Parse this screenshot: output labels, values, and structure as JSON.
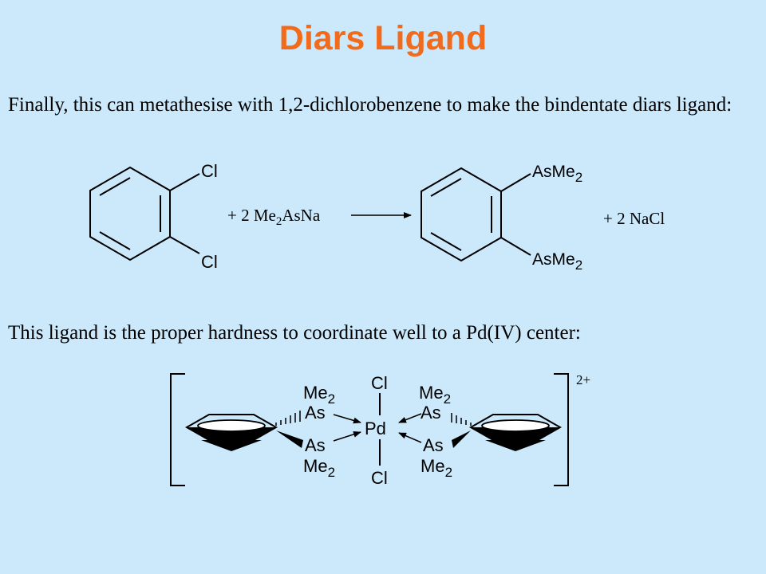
{
  "slide": {
    "title": "Diars Ligand",
    "paragraph_1": "Finally, this can metathesise with 1,2-dichlorobenzene to make the bindentate diars ligand:",
    "paragraph_2": "This ligand is the proper hardness to coordinate well to a Pd(IV) center:"
  },
  "reaction": {
    "reactant_substituent": "Cl",
    "reagent_prefix": "+ 2 Me",
    "reagent_subscript": "2",
    "reagent_suffix": "AsNa",
    "product_group": "AsMe",
    "product_subscript": "2",
    "byproduct": "+ 2 NaCl"
  },
  "complex": {
    "metal": "Pd",
    "axial_ligand": "Cl",
    "donor": "As",
    "methyl_group": "Me",
    "methyl_subscript": "2",
    "charge": "2+"
  },
  "colors": {
    "background": "#cce9fb",
    "title": "#f26a1b"
  }
}
